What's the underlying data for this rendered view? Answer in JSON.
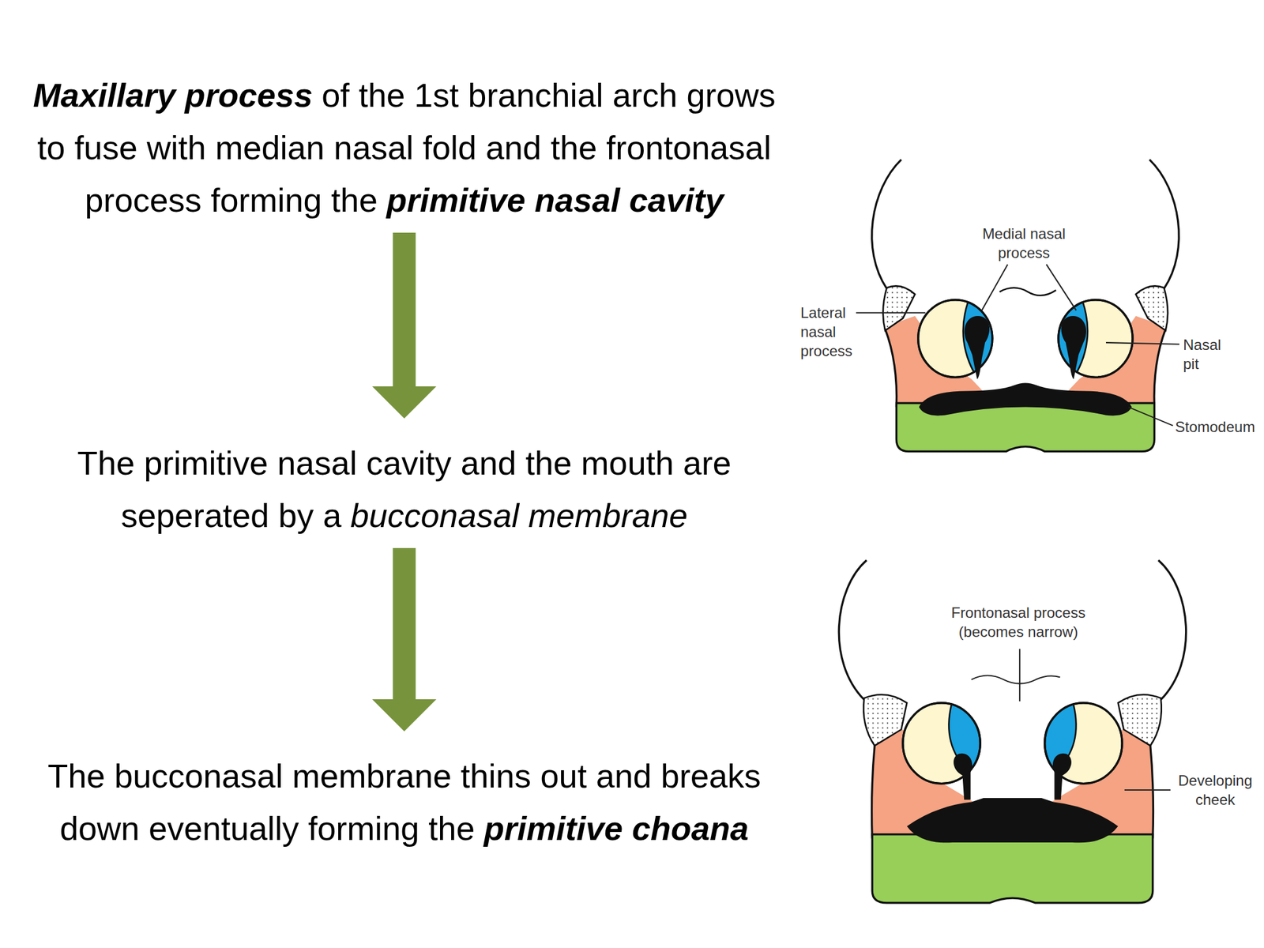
{
  "diagram": {
    "nodes": [
      {
        "text": [
          "Maxillary process",
          "of the 1st branchial arch grows to fuse with median nasal fold and the frontonasal process forming the",
          "primitive nasal cavity"
        ]
      },
      {
        "text": [
          "The primitive nasal cavity and the mouth are seperated by a",
          "bucconasal membrane"
        ]
      },
      {
        "text": [
          "The bucconasal membrane thins out and breaks down eventually forming the",
          "primitive choana"
        ]
      }
    ],
    "edges": [
      {
        "from": 0,
        "to": 1,
        "arrow": "to"
      },
      {
        "from": 1,
        "to": 2,
        "arrow": "to"
      }
    ],
    "labels": [
      "Medial nasal process",
      "Lateral nasal process",
      "Nasal pit",
      "Stomodeum",
      "Frontonasal process (becomes narrow)",
      "Developing cheek"
    ]
  }
}
